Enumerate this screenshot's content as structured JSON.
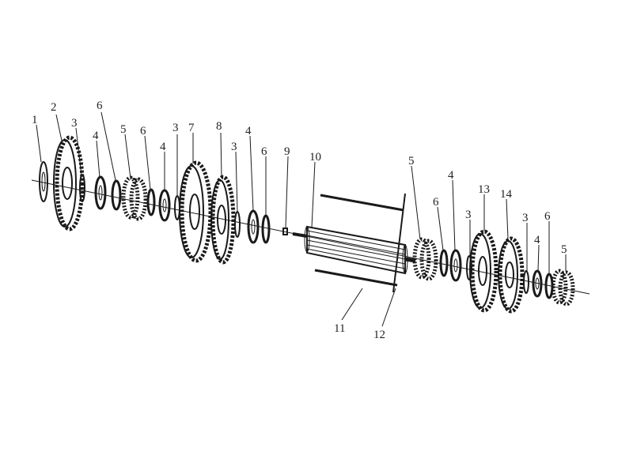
{
  "diagram": {
    "callouts": [
      {
        "id": "c1",
        "text": "1"
      },
      {
        "id": "c2",
        "text": "2"
      },
      {
        "id": "c3a",
        "text": "3"
      },
      {
        "id": "c6a",
        "text": "6"
      },
      {
        "id": "c4a",
        "text": "4"
      },
      {
        "id": "c5a",
        "text": "5"
      },
      {
        "id": "c6b",
        "text": "6"
      },
      {
        "id": "c4b",
        "text": "4"
      },
      {
        "id": "c3b",
        "text": "3"
      },
      {
        "id": "c7",
        "text": "7"
      },
      {
        "id": "c8",
        "text": "8"
      },
      {
        "id": "c3c",
        "text": "3"
      },
      {
        "id": "c4c",
        "text": "4"
      },
      {
        "id": "c6c",
        "text": "6"
      },
      {
        "id": "c9",
        "text": "9"
      },
      {
        "id": "c10",
        "text": "10"
      },
      {
        "id": "c5b",
        "text": "5"
      },
      {
        "id": "c6d",
        "text": "6"
      },
      {
        "id": "c4d",
        "text": "4"
      },
      {
        "id": "c3d",
        "text": "3"
      },
      {
        "id": "c13",
        "text": "13"
      },
      {
        "id": "c14",
        "text": "14"
      },
      {
        "id": "c3e",
        "text": "3"
      },
      {
        "id": "c6e",
        "text": "6"
      },
      {
        "id": "c4e",
        "text": "4"
      },
      {
        "id": "c5c",
        "text": "5"
      },
      {
        "id": "c11",
        "text": "11"
      },
      {
        "id": "c12",
        "text": "12"
      }
    ]
  }
}
